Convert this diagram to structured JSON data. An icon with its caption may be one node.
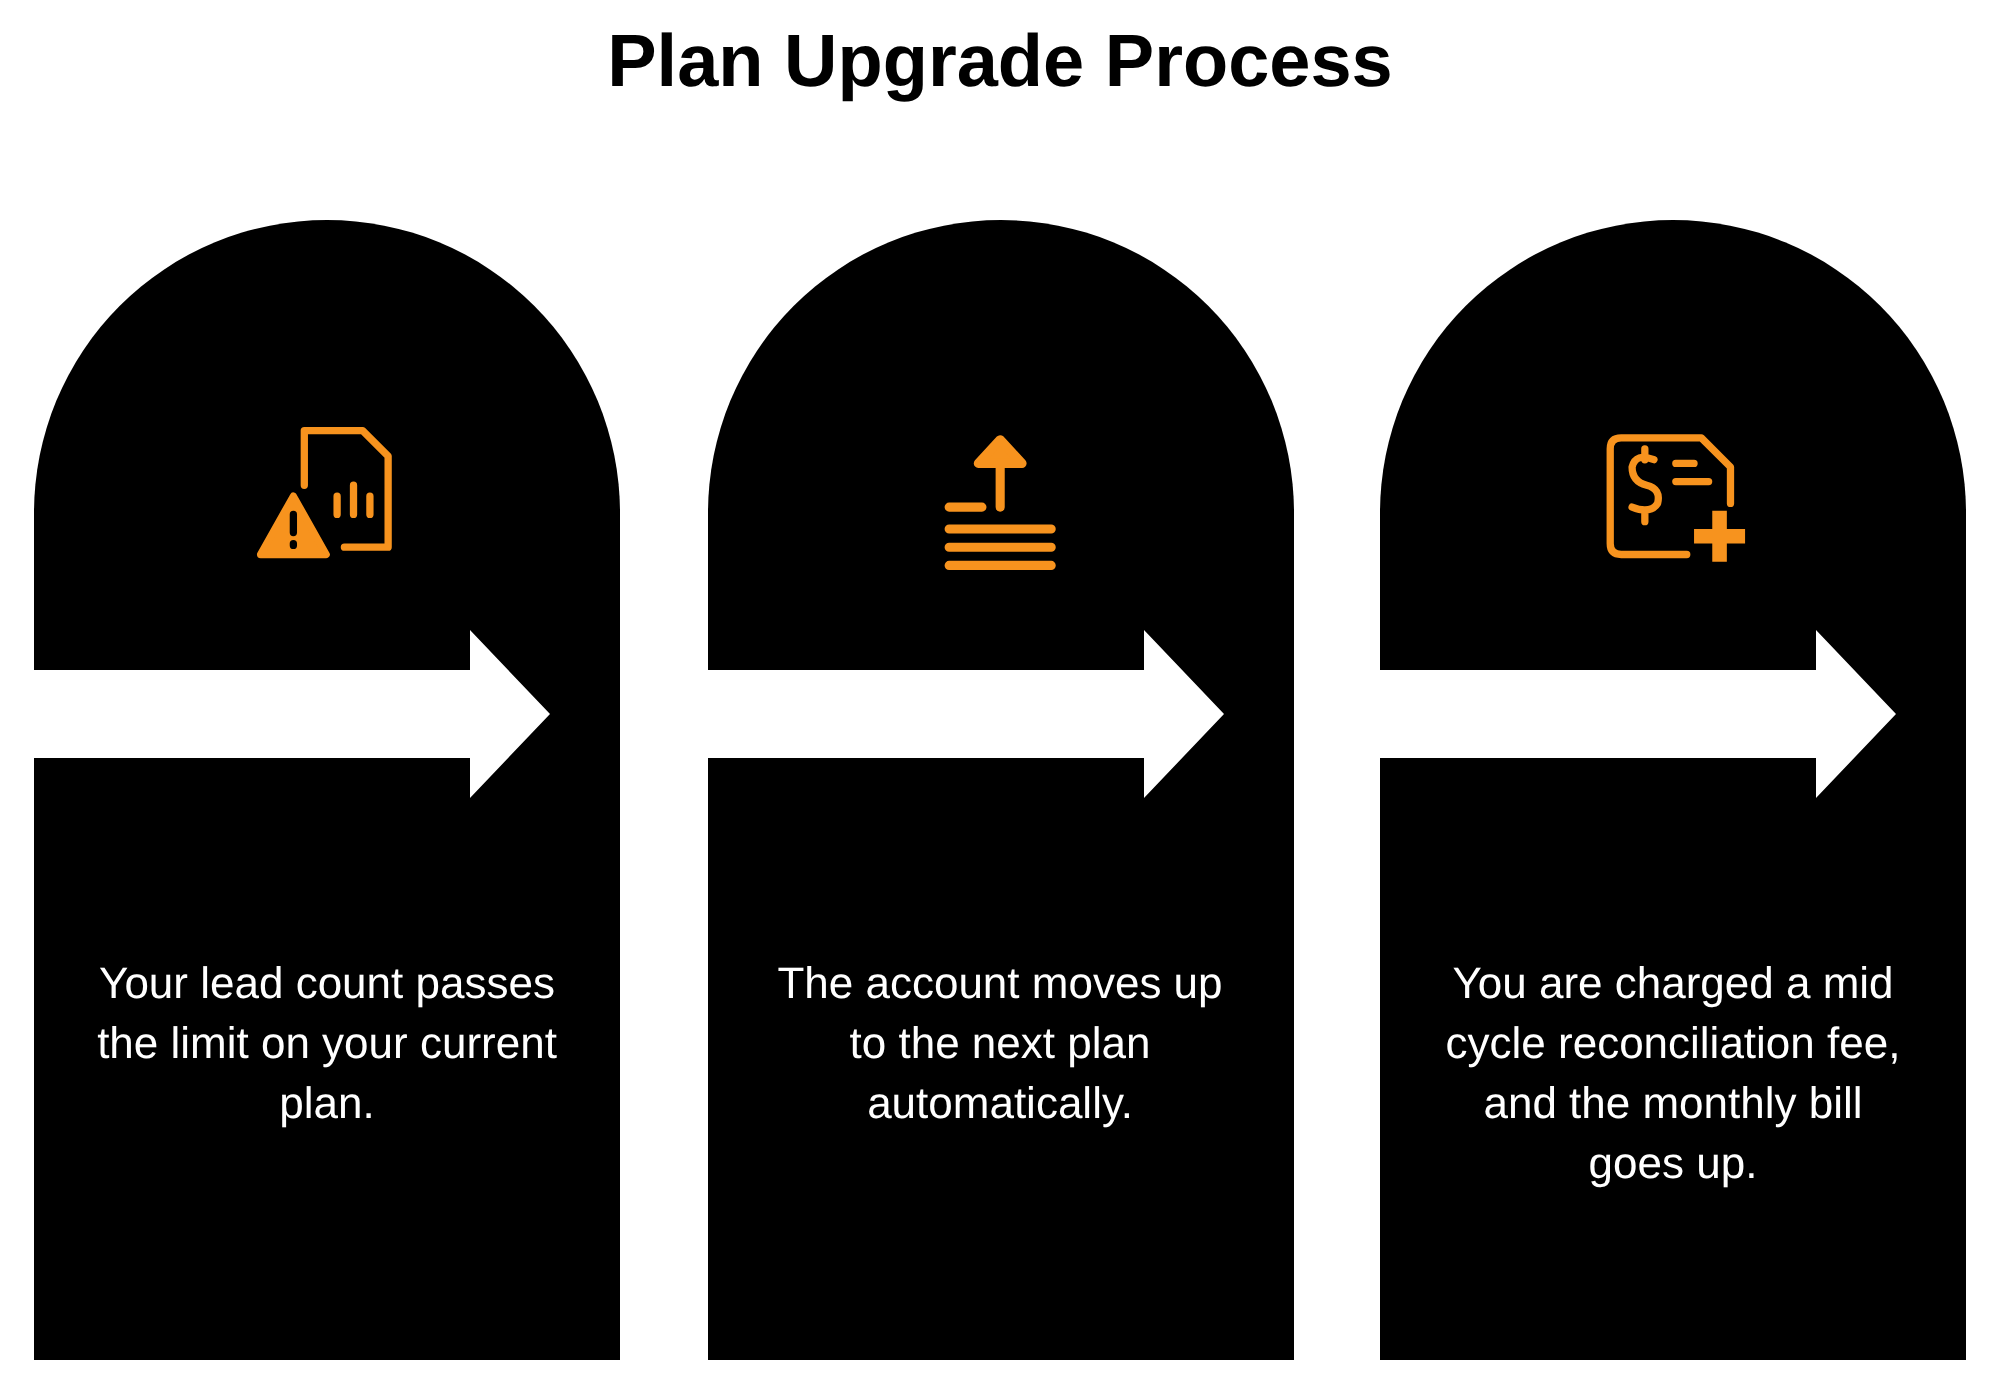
{
  "diagram": {
    "title": "Plan Upgrade Process",
    "nodes": [
      {
        "text": [
          "Your lead count passes the limit on your current plan."
        ]
      },
      {
        "text": [
          "The account moves up to the next plan automatically."
        ]
      },
      {
        "text": [
          "You are charged a mid cycle reconciliation fee, and the monthly bill goes up."
        ]
      }
    ],
    "edges": []
  }
}
